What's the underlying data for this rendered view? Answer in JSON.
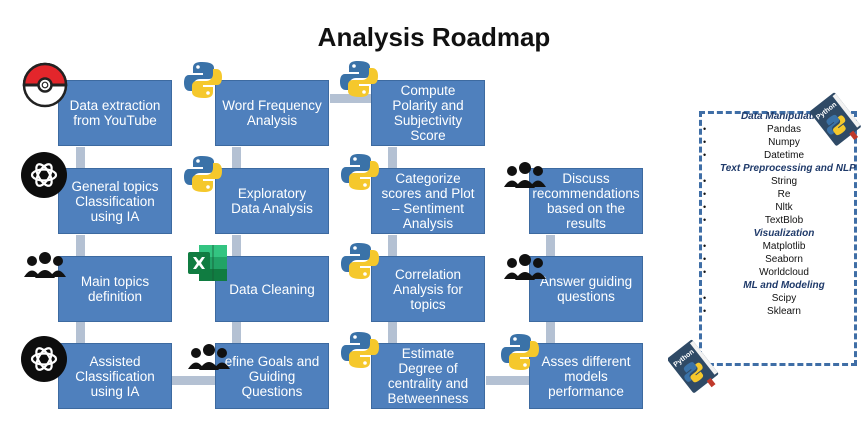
{
  "title": "Analysis Roadmap",
  "steps": {
    "col1": [
      "Data extraction from YouTube",
      "General topics Classification using IA",
      "Main topics definition",
      "Assisted Classification using IA"
    ],
    "col2": [
      "Word Frequency Analysis",
      "Exploratory Data Analysis",
      "Data Cleaning",
      "efine Goals and Guiding Questions"
    ],
    "col3": [
      "Compute Polarity and Subjectivity Score",
      "Categorize scores and Plot – Sentiment Analysis",
      "Correlation Analysis for topics",
      "Estimate Degree of centrality and Betweenness"
    ],
    "col4": [
      "Discuss recommendations based on the results",
      "Answer guiding questions",
      "Asses different models performance"
    ]
  },
  "libraries": [
    {
      "label": "Data Manipulation",
      "type": "category"
    },
    {
      "label": "Pandas",
      "type": "item"
    },
    {
      "label": "Numpy",
      "type": "item"
    },
    {
      "label": "Datetime",
      "type": "item"
    },
    {
      "label": "Text Preprocessing and NLP",
      "type": "category"
    },
    {
      "label": "String",
      "type": "item"
    },
    {
      "label": "Re",
      "type": "item"
    },
    {
      "label": "Nltk",
      "type": "item"
    },
    {
      "label": "TextBlob",
      "type": "item"
    },
    {
      "label": "Visualization",
      "type": "category"
    },
    {
      "label": "Matplotlib",
      "type": "item"
    },
    {
      "label": "Seaborn",
      "type": "item"
    },
    {
      "label": "Worldcloud",
      "type": "item"
    },
    {
      "label": "ML and Modeling",
      "type": "category"
    },
    {
      "label": "Scipy",
      "type": "item"
    },
    {
      "label": "Sklearn",
      "type": "item"
    }
  ],
  "book_label": "Python",
  "icons": [
    "pokeball-icon",
    "chatgpt-icon",
    "people-icon",
    "python-icon",
    "excel-icon",
    "python-book-icon"
  ],
  "colors": {
    "box": "#4f80bd",
    "connector": "#b4c1d3",
    "panel_border": "#3f6ea6"
  }
}
